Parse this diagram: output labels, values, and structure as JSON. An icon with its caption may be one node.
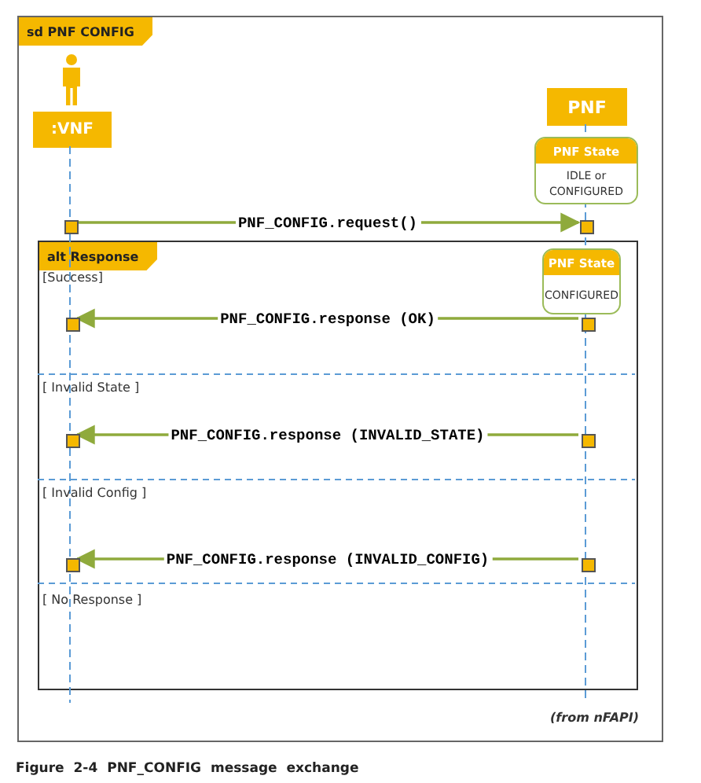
{
  "diagram": {
    "caption": "Figure 2-4 PNF_CONFIG message exchange",
    "nodes": [
      {
        "text": [
          "sd PNF CONFIG"
        ]
      },
      {
        "text": [],
        "shape": "person",
        "in": 0
      },
      {
        "text": [
          ":VNF"
        ],
        "in": 0
      },
      {
        "text": [
          "PNF"
        ],
        "in": 0
      },
      {
        "text": [
          "PNF State",
          "IDLE or CONFIGURED"
        ],
        "in": 0
      },
      {
        "text": [],
        "shape": "box",
        "in": 0
      },
      {
        "text": [],
        "shape": "box",
        "in": 0
      },
      {
        "text": [
          "alt Response"
        ],
        "in": 0
      },
      {
        "text": [
          "PNF State",
          "CONFIGURED"
        ],
        "in": 7
      },
      {
        "text": [],
        "shape": "box",
        "in": 7
      },
      {
        "text": [],
        "shape": "box",
        "in": 7
      },
      {
        "text": [],
        "shape": "box",
        "in": 7
      },
      {
        "text": [],
        "shape": "box",
        "in": 7
      },
      {
        "text": [],
        "shape": "box",
        "in": 7
      },
      {
        "text": [],
        "shape": "box",
        "in": 7
      }
    ],
    "edges": [
      {
        "from": 5,
        "to": 6,
        "arrow": "to",
        "label": "PNF_CONFIG.request()"
      },
      {
        "from": 10,
        "to": 9,
        "arrow": "to",
        "label": "PNF_CONFIG.response (OK)"
      },
      {
        "from": 12,
        "to": 11,
        "arrow": "to",
        "label": "PNF_CONFIG.response (INVALID_STATE)"
      },
      {
        "from": 14,
        "to": 13,
        "arrow": "to",
        "label": "PNF_CONFIG.response (INVALID_CONFIG)"
      }
    ],
    "labels": [
      "[Success]",
      "[ Invalid State ]",
      "[ Invalid Config ]",
      "[ No Response ]",
      "(from nFAPI)"
    ]
  }
}
